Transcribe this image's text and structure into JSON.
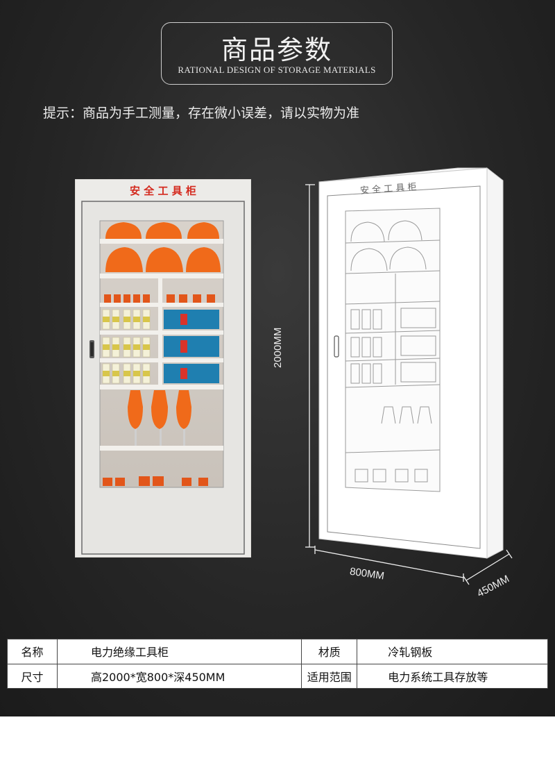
{
  "header": {
    "title": "商品参数",
    "subtitle": "RATIONAL DESIGN OF STORAGE MATERIALS"
  },
  "notice": "提示：商品为手工测量，存在微小误差，请以实物为准",
  "photo_cabinet": {
    "label": "安 全 工 具 柜"
  },
  "line_cabinet": {
    "label": "安 全 工 具 柜"
  },
  "dimensions": {
    "height": "2000MM",
    "width": "800MM",
    "depth": "450MM"
  },
  "specs": {
    "row1": {
      "label1": "名称",
      "value1": "电力绝缘工具柜",
      "label2": "材质",
      "value2": "冷轧钢板"
    },
    "row2": {
      "label1": "尺寸",
      "value1": "高2000*宽800*深450MM",
      "label2": "适用范围",
      "value2": "电力系统工具存放等"
    }
  },
  "colors": {
    "background": "#262626",
    "cabinet_body": "#e9e9e6",
    "cabinet_label": "#d42a1e",
    "helmet_orange": "#f06a1a",
    "tool_blue": "#1f7fb0"
  }
}
